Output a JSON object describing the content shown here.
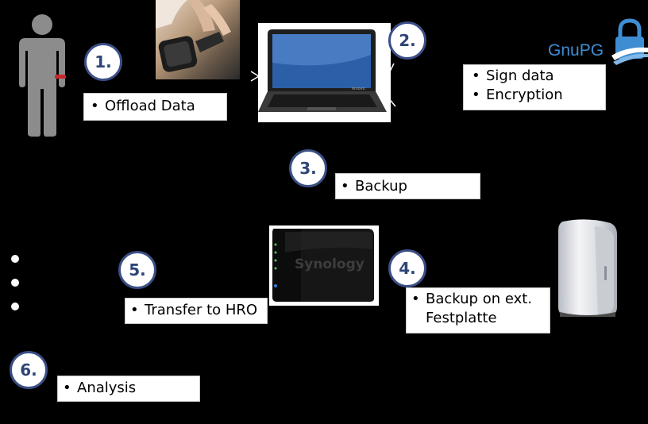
{
  "steps": {
    "s1": "1.",
    "s2": "2.",
    "s3": "3.",
    "s4": "4.",
    "s5": "5.",
    "s6": "6."
  },
  "labels": {
    "offload": {
      "bullet": "•",
      "text": "Offload Data"
    },
    "sign": {
      "bullet": "•",
      "text": "Sign data"
    },
    "encryption": {
      "bullet": "•",
      "text": "Encryption"
    },
    "backup": {
      "bullet": "•",
      "text": "Backup"
    },
    "ext_backup_1": {
      "bullet": "•",
      "text": "Backup on ext."
    },
    "ext_backup_2": "Festplatte",
    "transfer": {
      "bullet": "•",
      "text": "Transfer to HRO"
    },
    "analysis": {
      "bullet": "•",
      "text": "Analysis"
    }
  },
  "logos": {
    "gnupg": "GnuPG",
    "synology": "Synology",
    "lenovo": "lenovo"
  },
  "colors": {
    "circle_border": "#3b4f86",
    "circle_text": "#2e4577",
    "gnupg_blue": "#3e8dd3",
    "figure_gray": "#8c8c8c",
    "wrist_band": "#c8282a"
  },
  "icons": [
    "person-icon",
    "smartwatch-photo",
    "laptop-photo",
    "gnupg-logo",
    "nas-photo",
    "external-drive-photo",
    "bullet-dots"
  ]
}
